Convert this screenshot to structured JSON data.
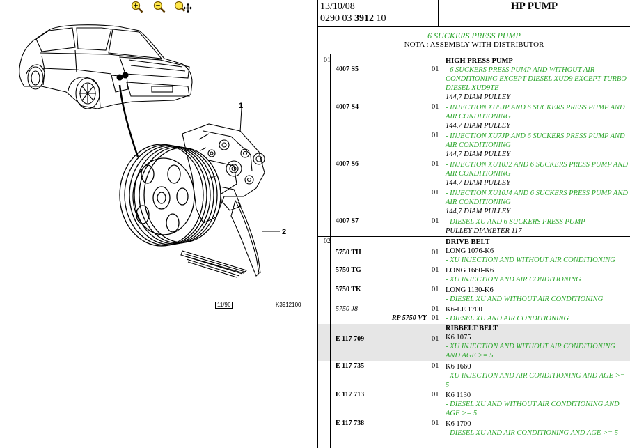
{
  "toolbar": {
    "zoom_in_icon": "zoom-in-icon",
    "zoom_out_icon": "zoom-out-icon",
    "pan_icon": "pan-zoom-icon"
  },
  "drawing": {
    "callout_1": "1",
    "callout_2": "2",
    "ref_date": "11/96",
    "ref_code": "K3912100"
  },
  "header": {
    "date": "13/10/08",
    "ref_prefix": "0290 03",
    "ref_bold": "3912",
    "ref_suffix": "10",
    "title": "HP PUMP"
  },
  "subtitle": "6 SUCKERS PRESS PUMP",
  "nota": "NOTA : ASSEMBLY WITH DISTRIBUTOR",
  "colors": {
    "green": "#2aa52a",
    "shade": "#e6e6e6"
  },
  "rows": [
    {
      "grp": "01",
      "code": "4007 S5",
      "qty": "01",
      "title": "HIGH PRESS PUMP",
      "green": "- 6 SUCKERS PRESS PUMP AND WITHOUT AIR CONDITIONING EXCEPT DIESEL XUD9 EXCEPT TURBO DIESEL XUD9TE",
      "note": "144,7 DIAM PULLEY"
    },
    {
      "code": "4007 S4",
      "qty": "01",
      "green": "- INJECTION XU5JP AND 6 SUCKERS PRESS PUMP AND AIR CONDITIONING",
      "note": "144,7 DIAM PULLEY"
    },
    {
      "qty": "01",
      "green": "- INJECTION XU7JP AND 6 SUCKERS PRESS PUMP AND AIR CONDITIONING",
      "note": "144,7 DIAM PULLEY"
    },
    {
      "code": "4007 S6",
      "qty": "01",
      "green": "- INJECTION XU10J2 AND 6 SUCKERS PRESS PUMP AND AIR CONDITIONING",
      "note": "144,7 DIAM PULLEY"
    },
    {
      "qty": "01",
      "green": "- INJECTION XU10J4 AND 6 SUCKERS PRESS PUMP AND AIR CONDITIONING",
      "note": "144,7 DIAM PULLEY"
    },
    {
      "code": "4007 S7",
      "qty": "01",
      "green": "- DIESEL XU AND 6 SUCKERS PRESS PUMP",
      "note": "PULLEY DIAMETER 117"
    },
    {
      "grp": "02",
      "code": "5750 TH",
      "qty": "01",
      "title": "DRIVE BELT",
      "plain": "LONG 1076-K6",
      "green": "- XU INJECTION AND WITHOUT AIR CONDITIONING"
    },
    {
      "code": "5750 TG",
      "qty": "01",
      "plain": "LONG 1660-K6",
      "green": "- XU INJECTION AND AIR CONDITIONING"
    },
    {
      "code": "5750 TK",
      "qty": "01",
      "plain": "LONG 1130-K6",
      "green": "- DIESEL XU AND WITHOUT AIR CONDITIONING"
    },
    {
      "code": "5750 J8",
      "qty": "01",
      "plain": "K6-LE 1700"
    },
    {
      "rp": "RP 5750 VY",
      "qty": "01",
      "green": "- DIESEL XU AND AIR CONDITIONING"
    },
    {
      "code": "E 117 709",
      "qty": "01",
      "title": "RIBBELT BELT",
      "plain": "K6 1075",
      "green": "- XU INJECTION AND WITHOUT AIR CONDITIONING AND AGE >= 5"
    },
    {
      "code": "E 117 735",
      "qty": "01",
      "plain": "K6 1660",
      "green": "- XU INJECTION AND AIR CONDITIONING AND AGE >= 5"
    },
    {
      "code": "E 117 713",
      "qty": "01",
      "plain": "K6 1130",
      "green": "- DIESEL XU AND WITHOUT AIR CONDITIONING AND AGE >= 5"
    },
    {
      "code": "E 117 738",
      "qty": "01",
      "plain": "K6 1700",
      "green": "- DIESEL XU AND AIR CONDITIONING AND AGE >= 5"
    }
  ]
}
